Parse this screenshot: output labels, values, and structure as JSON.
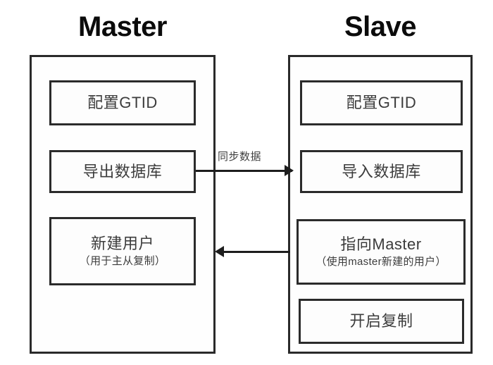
{
  "diagram": {
    "title_master": "Master",
    "title_slave": "Slave",
    "accent_color": "#2a2a2a",
    "background_color": "#ffffff",
    "text_color": "#3c3c3c",
    "master_steps": [
      {
        "main": "配置GTID",
        "sub": ""
      },
      {
        "main": "导出数据库",
        "sub": ""
      },
      {
        "main": "新建用户",
        "sub": "（用于主从复制）"
      }
    ],
    "slave_steps": [
      {
        "main": "配置GTID",
        "sub": ""
      },
      {
        "main": "导入数据库",
        "sub": ""
      },
      {
        "main": "指向Master",
        "sub": "（使用master新建的用户）"
      },
      {
        "main": "开启复制",
        "sub": ""
      }
    ],
    "connectors": [
      {
        "label": "同步数据",
        "direction": "master-to-slave"
      },
      {
        "label": "",
        "direction": "slave-to-master"
      }
    ]
  }
}
